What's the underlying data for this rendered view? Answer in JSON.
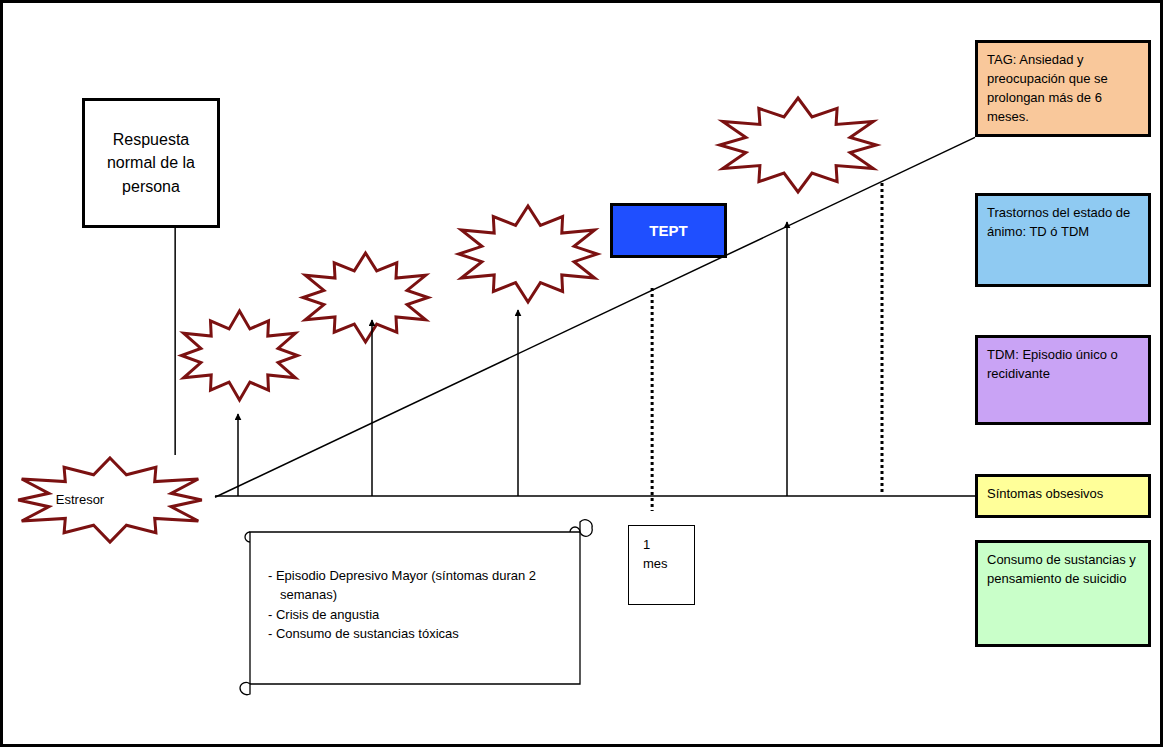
{
  "diagram": {
    "nodes": [
      {
        "text": [
          "Respuesta normal de la persona"
        ]
      },
      {
        "text": [
          "Estresor"
        ]
      },
      {
        "text": [
          "TEPT"
        ]
      },
      {
        "text": [
          "- Episodio Depresivo Mayor (síntomas duran 2 semanas)",
          "- Crisis de angustia",
          "- Consumo de sustancias tóxicas"
        ]
      },
      {
        "text": [
          "1 mes"
        ]
      },
      {
        "text": [
          "TAG: Ansiedad y preocupación que se prolongan más de 6 meses."
        ]
      },
      {
        "text": [
          "Trastornos del estado de ánimo: TD ó TDM"
        ]
      },
      {
        "text": [
          "TDM: Episodio único o recidivante"
        ]
      },
      {
        "text": [
          "Síntomas obsesivos"
        ]
      },
      {
        "text": [
          "Consumo de sustancias y pensamiento de suicidio"
        ]
      }
    ],
    "edges": [
      {
        "from": 0,
        "to": 1,
        "arrow": "none"
      },
      {
        "from": 1,
        "to": 8,
        "arrow": "none"
      },
      {
        "from": 1,
        "to": 5,
        "arrow": "none"
      },
      {
        "from": 2,
        "to": 4,
        "arrow": "none"
      }
    ]
  }
}
